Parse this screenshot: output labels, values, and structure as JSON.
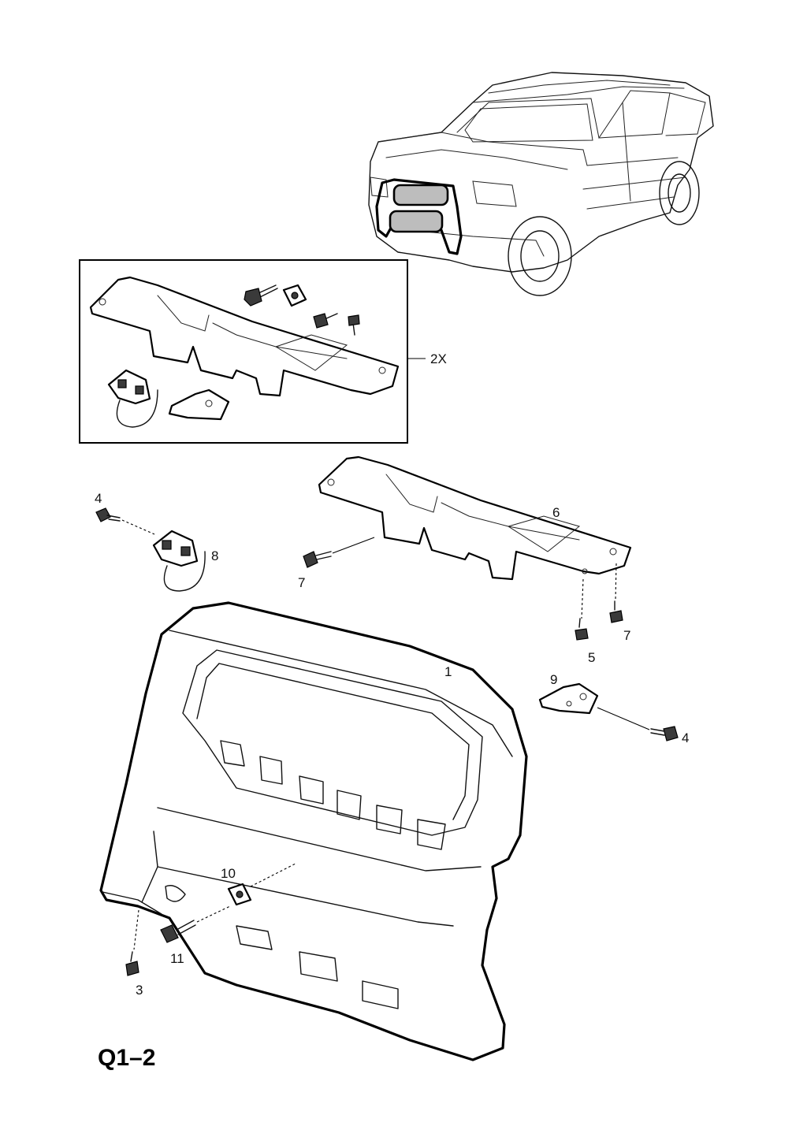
{
  "callouts": {
    "c1": "1",
    "c2x": "2X",
    "c3": "3",
    "c4a": "4",
    "c4b": "4",
    "c5": "5",
    "c6": "6",
    "c7a": "7",
    "c7b": "7",
    "c8": "8",
    "c9": "9",
    "c10": "10",
    "c11": "11"
  },
  "page_id": "Q1–2"
}
